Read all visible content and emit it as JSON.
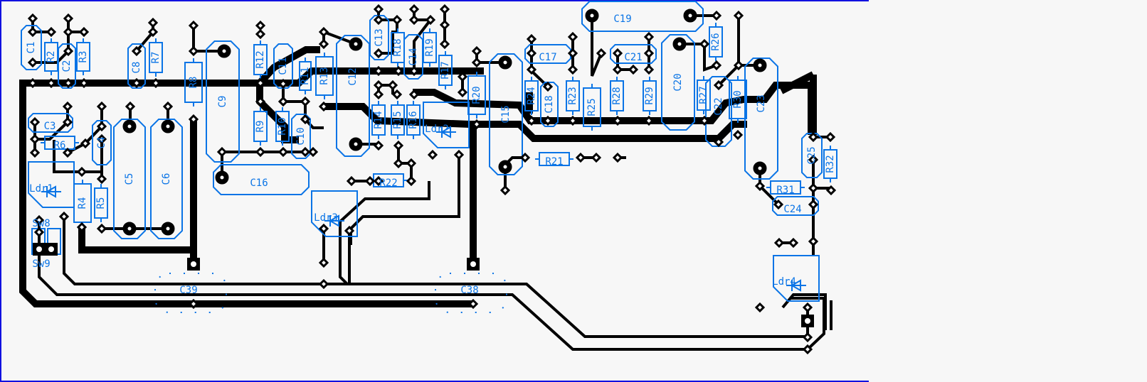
{
  "title": "PCB layout",
  "colors": {
    "copper": "#000000",
    "silkscreen": "#0a74e6",
    "board_edge": "#1010e0",
    "background": "#f7f7f7"
  },
  "components": [
    {
      "ref": "C1",
      "type": "capacitor"
    },
    {
      "ref": "R2",
      "type": "resistor"
    },
    {
      "ref": "C2",
      "type": "capacitor"
    },
    {
      "ref": "R3",
      "type": "resistor"
    },
    {
      "ref": "C8",
      "type": "capacitor"
    },
    {
      "ref": "R7",
      "type": "resistor"
    },
    {
      "ref": "R8",
      "type": "resistor"
    },
    {
      "ref": "C9",
      "type": "capacitor"
    },
    {
      "ref": "R12",
      "type": "resistor"
    },
    {
      "ref": "C11",
      "type": "capacitor"
    },
    {
      "ref": "R11",
      "type": "resistor"
    },
    {
      "ref": "R13",
      "type": "resistor"
    },
    {
      "ref": "C12",
      "type": "capacitor"
    },
    {
      "ref": "C13",
      "type": "capacitor"
    },
    {
      "ref": "R18",
      "type": "resistor"
    },
    {
      "ref": "C14",
      "type": "capacitor"
    },
    {
      "ref": "R19",
      "type": "resistor"
    },
    {
      "ref": "R17",
      "type": "resistor"
    },
    {
      "ref": "R20",
      "type": "resistor"
    },
    {
      "ref": "C15",
      "type": "capacitor"
    },
    {
      "ref": "C17",
      "type": "capacitor"
    },
    {
      "ref": "R24",
      "type": "resistor"
    },
    {
      "ref": "C18",
      "type": "capacitor"
    },
    {
      "ref": "R23",
      "type": "resistor"
    },
    {
      "ref": "C19",
      "type": "capacitor"
    },
    {
      "ref": "R25",
      "type": "resistor"
    },
    {
      "ref": "C21",
      "type": "capacitor"
    },
    {
      "ref": "R28",
      "type": "resistor"
    },
    {
      "ref": "R29",
      "type": "resistor"
    },
    {
      "ref": "C20",
      "type": "capacitor"
    },
    {
      "ref": "R26",
      "type": "resistor"
    },
    {
      "ref": "R27",
      "type": "resistor"
    },
    {
      "ref": "C22",
      "type": "capacitor"
    },
    {
      "ref": "R30",
      "type": "resistor"
    },
    {
      "ref": "C23",
      "type": "capacitor"
    },
    {
      "ref": "C25",
      "type": "capacitor"
    },
    {
      "ref": "R32",
      "type": "resistor"
    },
    {
      "ref": "R31",
      "type": "resistor"
    },
    {
      "ref": "C24",
      "type": "capacitor"
    },
    {
      "ref": "C3",
      "type": "capacitor"
    },
    {
      "ref": "R6",
      "type": "resistor"
    },
    {
      "ref": "C4",
      "type": "capacitor"
    },
    {
      "ref": "C5",
      "type": "capacitor"
    },
    {
      "ref": "C6",
      "type": "capacitor"
    },
    {
      "ref": "R9",
      "type": "resistor"
    },
    {
      "ref": "R10",
      "type": "resistor"
    },
    {
      "ref": "C10",
      "type": "capacitor"
    },
    {
      "ref": "R14",
      "type": "resistor"
    },
    {
      "ref": "R15",
      "type": "resistor"
    },
    {
      "ref": "R16",
      "type": "resistor"
    },
    {
      "ref": "Ldr2",
      "type": "ldr"
    },
    {
      "ref": "R21",
      "type": "resistor"
    },
    {
      "ref": "C16",
      "type": "capacitor"
    },
    {
      "ref": "R22",
      "type": "resistor"
    },
    {
      "ref": "Ldr1",
      "type": "ldr"
    },
    {
      "ref": "R4",
      "type": "resistor"
    },
    {
      "ref": "R5",
      "type": "resistor"
    },
    {
      "ref": "Sw8",
      "type": "switch"
    },
    {
      "ref": "Sw9",
      "type": "switch"
    },
    {
      "ref": "Ldr3",
      "type": "ldr"
    },
    {
      "ref": "C39",
      "type": "capacitor"
    },
    {
      "ref": "C38",
      "type": "capacitor"
    },
    {
      "ref": "Ldr4",
      "type": "ldr"
    }
  ],
  "labels": {
    "C1": "C1",
    "R2": "R2",
    "C2": "C2",
    "R3": "R3",
    "C8": "C8",
    "R7": "R7",
    "R8": "R8",
    "C9": "C9",
    "R12": "R12",
    "C11": "C11",
    "R11": "R11",
    "R13": "R13",
    "C12": "C12",
    "C13": "C13",
    "R18": "R18",
    "C14": "C14",
    "R19": "R19",
    "R17": "R17",
    "R20": "R20",
    "C15": "C15",
    "C17": "C17",
    "R24": "R24",
    "C18": "C18",
    "R23": "R23",
    "C19": "C19",
    "R25": "R25",
    "C21": "C21",
    "R28": "R28",
    "R29": "R29",
    "C20": "C20",
    "R26": "R26",
    "R27": "R27",
    "C22": "C22",
    "R30": "R30",
    "C23": "C23",
    "C25": "C25",
    "R32": "R32",
    "R31": "R31",
    "C24": "C24",
    "C3": "C3",
    "R6": "R6",
    "C4": "C4",
    "C5": "C5",
    "C6": "C6",
    "R9": "R9",
    "R10": "R10",
    "C10": "C10",
    "R14": "R14",
    "R15": "R15",
    "R16": "R16",
    "Ldr2": "Ldr2",
    "R21": "R21",
    "C16": "C16",
    "R22": "R22",
    "Ldr1": "Ldr1",
    "R4": "R4",
    "R5": "R5",
    "Sw8": "Sw8",
    "Sw9": "Sw9",
    "Ldr3": "Ldr3",
    "C39": "C39",
    "C38": "C38",
    "Ldr4": "Ldr4"
  }
}
